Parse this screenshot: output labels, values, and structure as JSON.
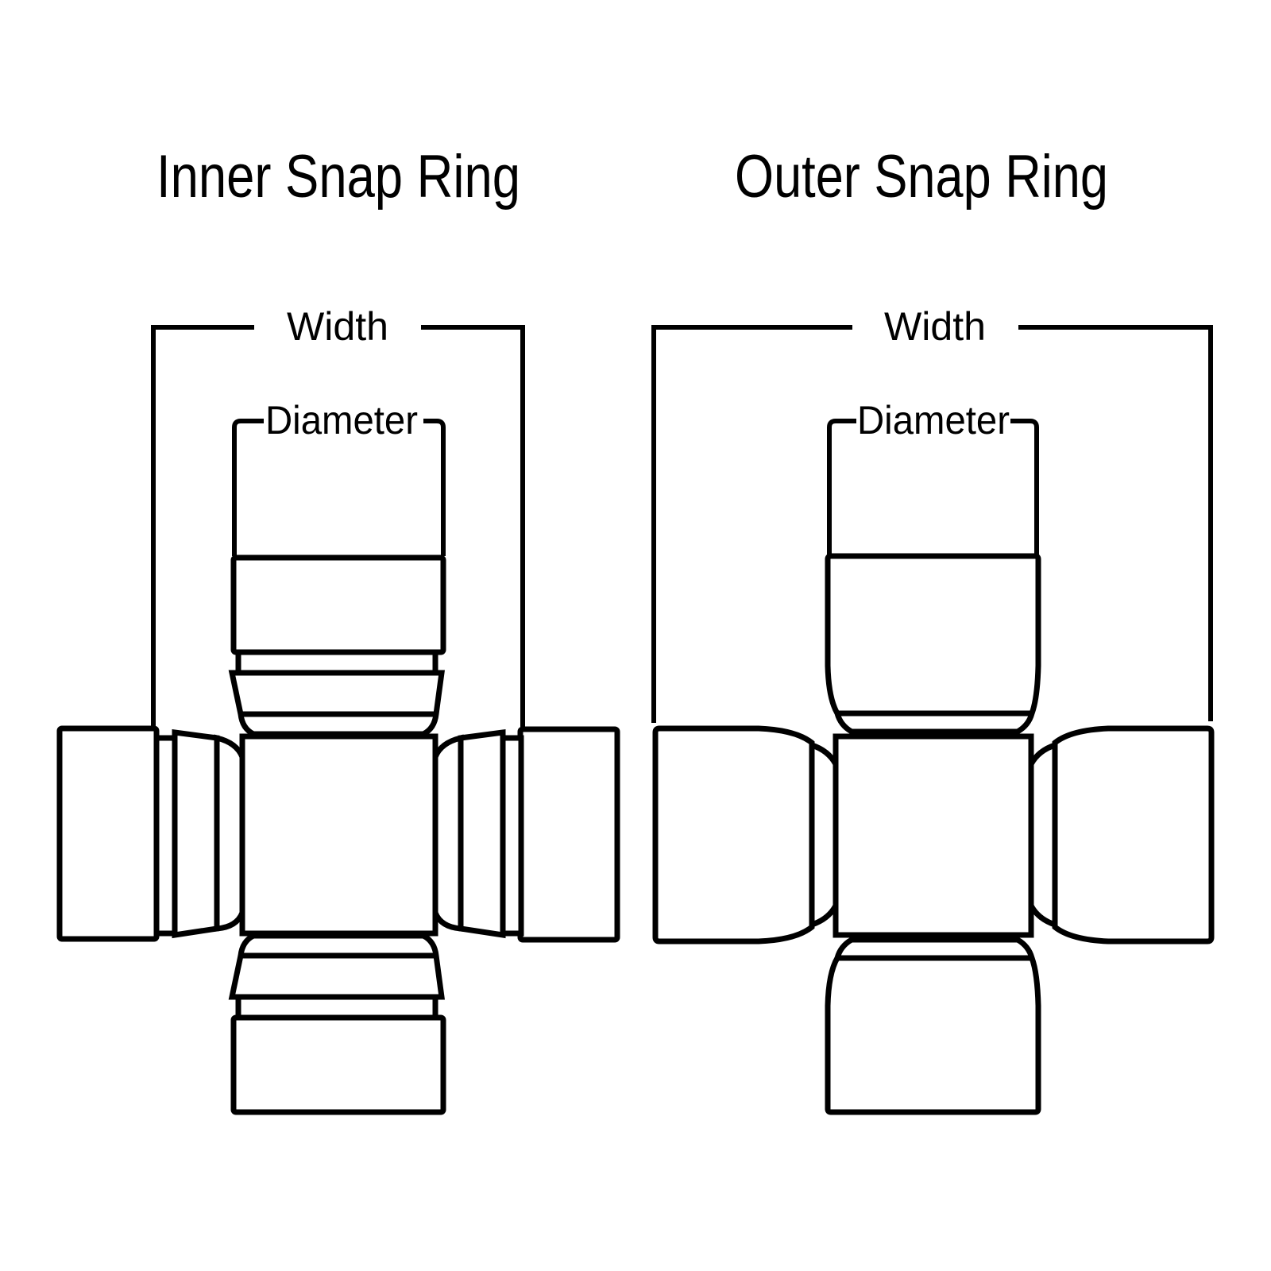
{
  "page": {
    "background_color": "#ffffff",
    "line_color": "#000000"
  },
  "diagrams": [
    {
      "title": "Inner Snap Ring",
      "labels": {
        "width": "Width",
        "diameter": "Diameter"
      }
    },
    {
      "title": "Outer Snap Ring",
      "labels": {
        "width": "Width",
        "diameter": "Diameter"
      }
    }
  ]
}
